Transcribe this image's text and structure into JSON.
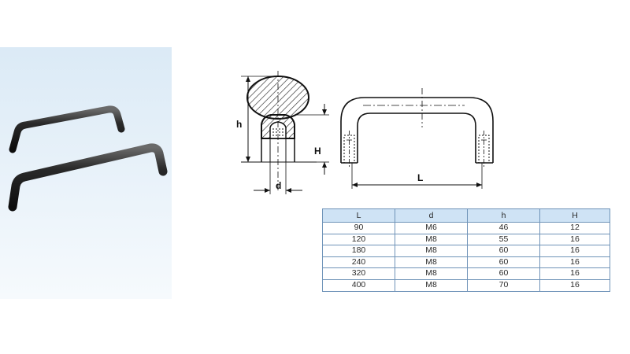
{
  "drawing": {
    "label_h_small": "h",
    "label_H": "H",
    "label_d": "d",
    "label_L": "L"
  },
  "table": {
    "headers": [
      "L",
      "d",
      "h",
      "H"
    ],
    "rows": [
      [
        "90",
        "M6",
        "46",
        "12"
      ],
      [
        "120",
        "M8",
        "55",
        "16"
      ],
      [
        "180",
        "M8",
        "60",
        "16"
      ],
      [
        "240",
        "M8",
        "60",
        "16"
      ],
      [
        "320",
        "M8",
        "60",
        "16"
      ],
      [
        "400",
        "M8",
        "70",
        "16"
      ]
    ]
  },
  "colors": {
    "photo_bg": "#dbeaf6",
    "handle": "#1a1a1a",
    "table_header_bg": "#cfe3f5",
    "table_border": "#6f93b8"
  }
}
